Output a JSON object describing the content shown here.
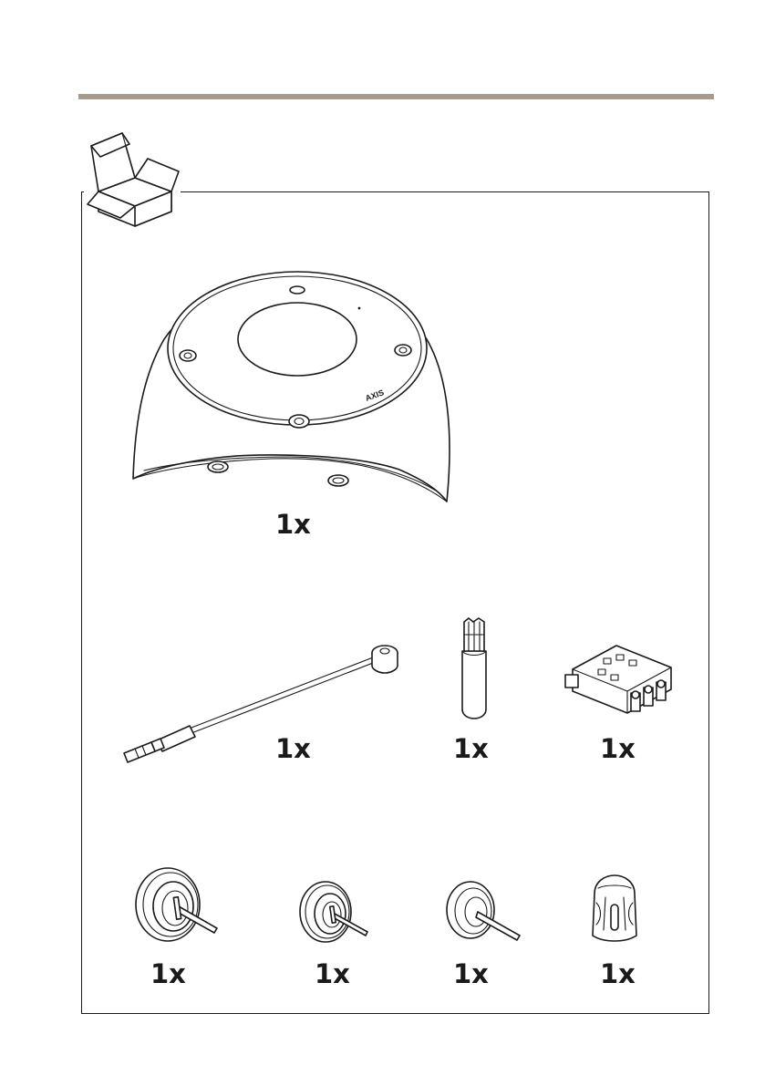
{
  "page": {
    "accent_color": "#a89a8c"
  },
  "icons": {
    "package": "open-box-icon"
  },
  "items": [
    {
      "name": "camera",
      "qty": "1x"
    },
    {
      "name": "audio-cable",
      "qty": "1x"
    },
    {
      "name": "torx-bit",
      "qty": "1x"
    },
    {
      "name": "terminal-block-connector",
      "qty": "1x"
    },
    {
      "name": "cable-gasket-large",
      "qty": "1x"
    },
    {
      "name": "cable-gasket-medium",
      "qty": "1x"
    },
    {
      "name": "cable-gasket-small",
      "qty": "1x"
    },
    {
      "name": "cable-gasket-cap",
      "qty": "1x"
    }
  ],
  "camera": {
    "logo_text": "AXIS"
  }
}
